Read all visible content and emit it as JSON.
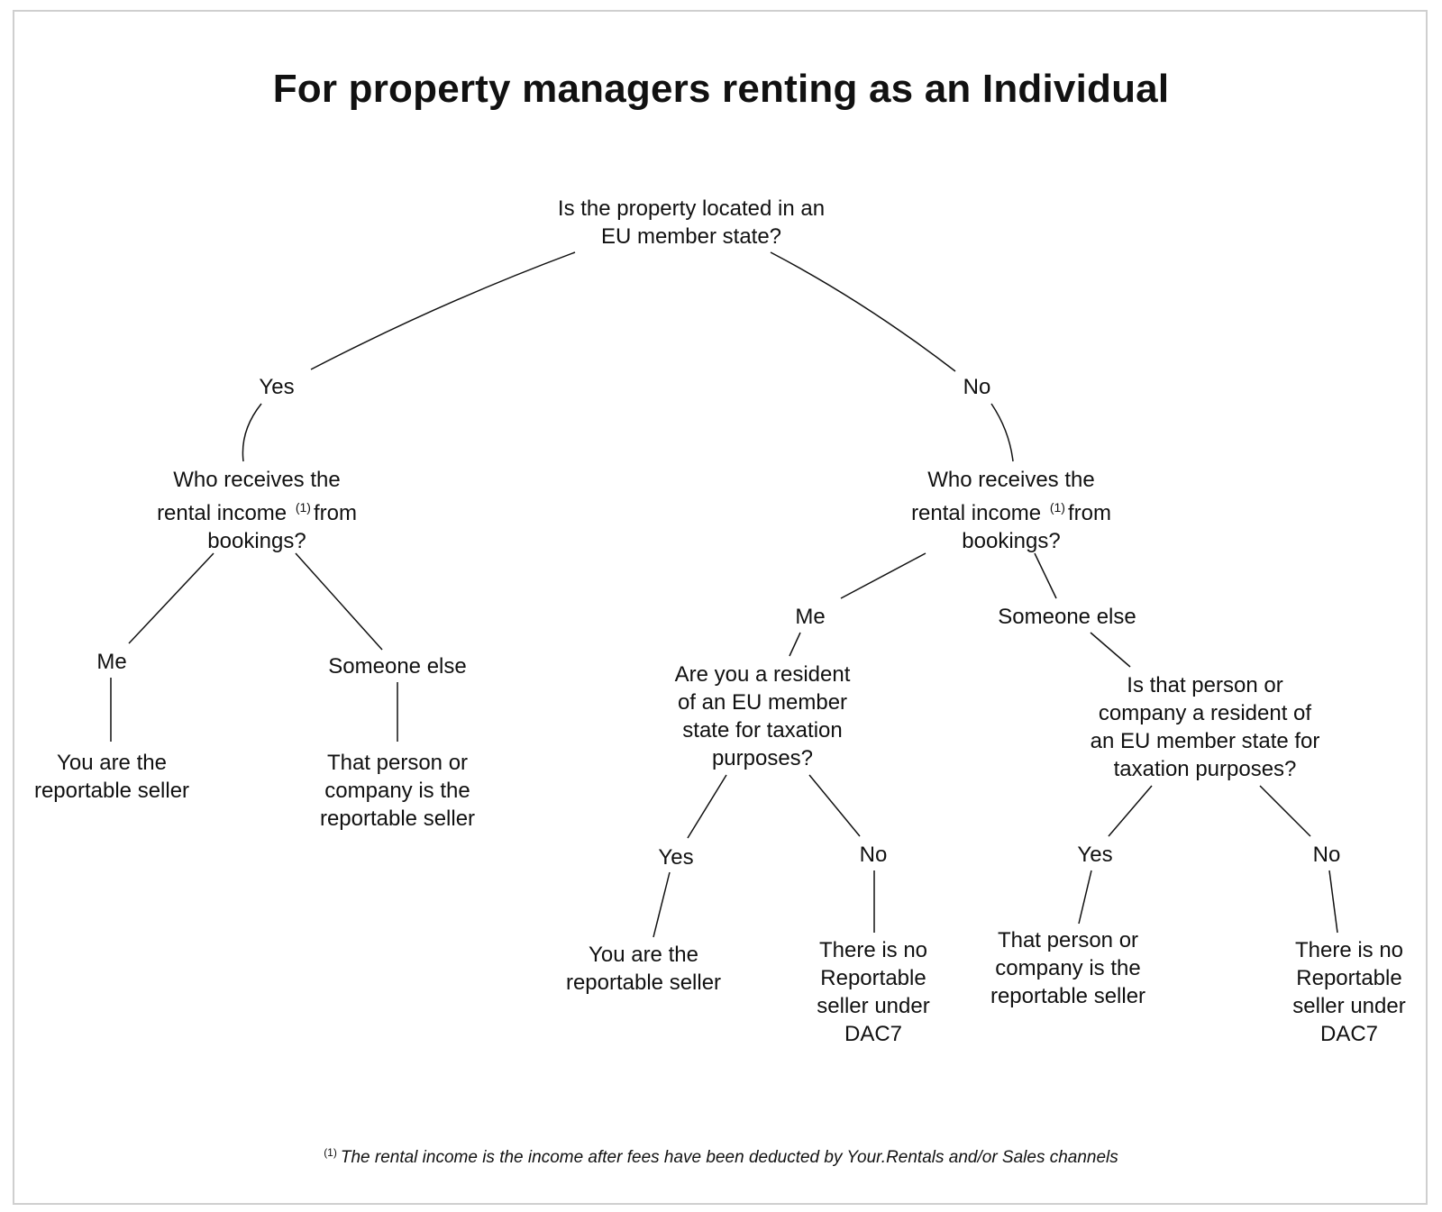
{
  "title": "For property managers renting as an Individual",
  "footnote": {
    "marker": "(1)",
    "text": "The rental income is the income after fees have been deducted by Your.Rentals and/or Sales channels"
  },
  "nodes": {
    "q_root": [
      "Is the property located in an",
      "EU member state?"
    ],
    "a_yes": "Yes",
    "a_no": "No",
    "q_left_income": {
      "l1": "Who receives the",
      "l2a": "rental income",
      "sup": "(1)",
      "l2b": "from",
      "l3": "bookings?"
    },
    "q_right_income": {
      "l1": "Who receives the",
      "l2a": "rental income",
      "sup": "(1)",
      "l2b": "from",
      "l3": "bookings?"
    },
    "l_me": "Me",
    "l_someone": "Someone else",
    "l_me_result": [
      "You are the",
      "reportable seller"
    ],
    "l_someone_result": [
      "That person or",
      "company is the",
      "reportable seller"
    ],
    "r_me": "Me",
    "r_someone": "Someone else",
    "q_resident_you": [
      "Are you a resident",
      "of an EU member",
      "state for taxation",
      "purposes?"
    ],
    "q_resident_other": [
      "Is that person or",
      "company a resident of",
      "an EU member state for",
      "taxation purposes?"
    ],
    "ry_yes": "Yes",
    "ry_no": "No",
    "ro_yes": "Yes",
    "ro_no": "No",
    "ry_yes_result": [
      "You are the",
      "reportable seller"
    ],
    "ry_no_result": [
      "There is no",
      "Reportable",
      "seller under",
      "DAC7"
    ],
    "ro_yes_result": [
      "That person or",
      "company is the",
      "reportable seller"
    ],
    "ro_no_result": [
      "There is no",
      "Reportable",
      "seller under",
      "DAC7"
    ]
  }
}
